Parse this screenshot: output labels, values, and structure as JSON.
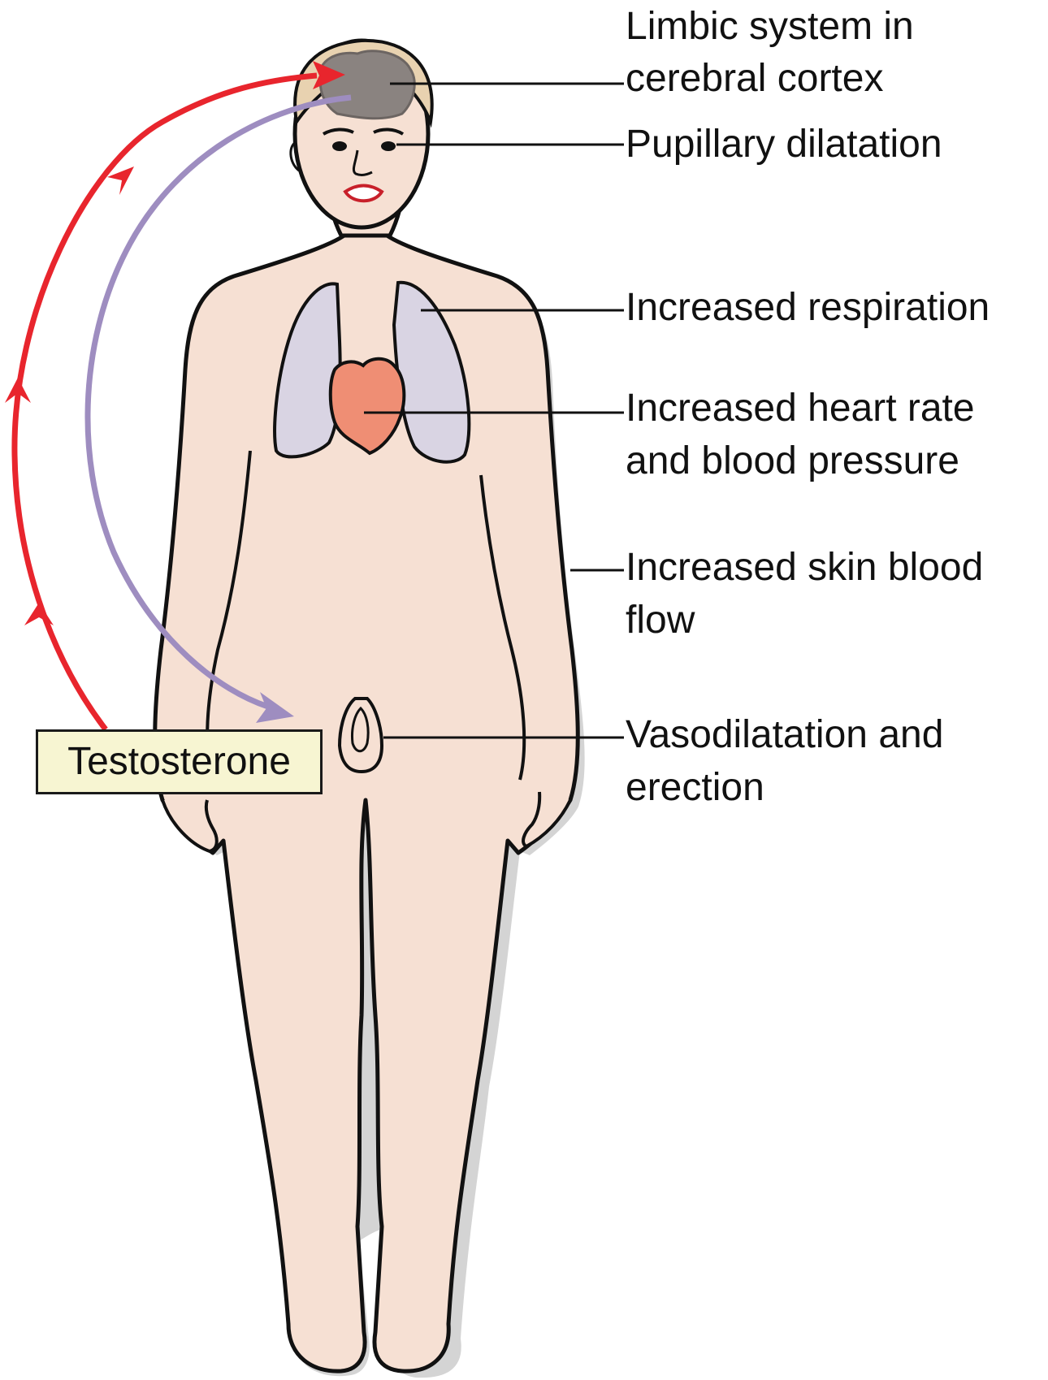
{
  "labels": {
    "limbic_line1": "Limbic system in",
    "limbic_line2": "cerebral cortex",
    "pupillary": "Pupillary dilatation",
    "respiration": "Increased respiration",
    "heart_line1": "Increased heart rate",
    "heart_line2": "and blood pressure",
    "skin_line1": "Increased skin blood",
    "skin_line2": "flow",
    "vaso_line1": "Vasodilatation and",
    "vaso_line2": "erection"
  },
  "hormone_box": "Testosterone",
  "colors": {
    "skin": "#f6e0d3",
    "hair": "#e8d2b0",
    "brain": "#8a8380",
    "lungs": "#d9d4e3",
    "heart": "#ef8e74",
    "testosterone_arrow": "#e8252d",
    "neural_arrow": "#9e8dc0",
    "hormone_box_fill": "#f7f5d2",
    "outline": "#111111"
  }
}
